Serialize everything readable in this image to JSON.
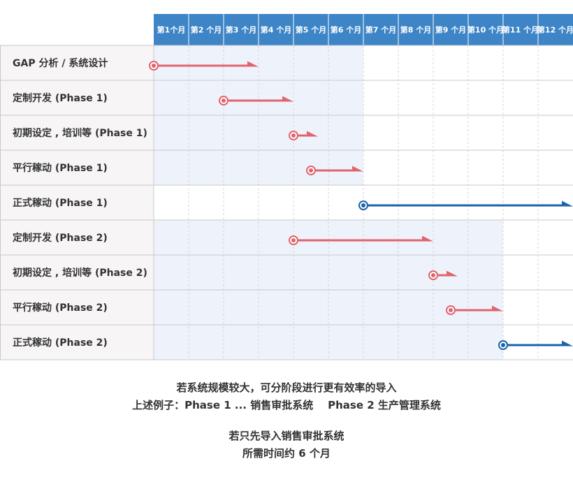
{
  "colors": {
    "header": "#3d85c6",
    "header_text": "#ffffff",
    "label_bg": "#f7f5f5",
    "shade": "#eef3fb",
    "grid": "#d4d4d4",
    "phase_line": "#e0646e",
    "golive_line": "#1a64aa"
  },
  "months": [
    "第1个月",
    "第2 个月",
    "第3 个月",
    "第4 个月",
    "第5 个月",
    "第6 个月",
    "第7 个月",
    "第8 个月",
    "第9 个月",
    "第10 个月",
    "第11 个月",
    "第12 个月"
  ],
  "tasks": [
    {
      "label": "GAP 分析 / 系统设计",
      "start": 0,
      "end": 3,
      "kind": "phase"
    },
    {
      "label": "定制开发 (Phase 1)",
      "start": 2,
      "end": 4,
      "kind": "phase"
    },
    {
      "label": "初期设定 , 培训等 (Phase 1)",
      "start": 4,
      "end": 4.7,
      "kind": "phase"
    },
    {
      "label": "平行稼动 (Phase 1)",
      "start": 4.5,
      "end": 6,
      "kind": "phase"
    },
    {
      "label": "正式稼动 (Phase 1)",
      "start": 6,
      "end": 12,
      "kind": "golive"
    },
    {
      "label": "定制开发 (Phase 2)",
      "start": 4,
      "end": 8,
      "kind": "phase"
    },
    {
      "label": "初期设定 , 培训等 (Phase 2)",
      "start": 8,
      "end": 8.7,
      "kind": "phase"
    },
    {
      "label": "平行稼动 (Phase 2)",
      "start": 8.5,
      "end": 10,
      "kind": "phase"
    },
    {
      "label": "正式稼动 (Phase 2)",
      "start": 10,
      "end": 12,
      "kind": "golive"
    }
  ],
  "shaded_regions": [
    {
      "rows": [
        0,
        4
      ],
      "months": 6
    },
    {
      "rows": [
        5,
        9
      ],
      "months": 10
    }
  ],
  "captions": {
    "line1": "若系统规模较大，可分阶段进行更有效率的导入",
    "line2": "上述例子：Phase 1 ... 销售审批系统    Phase 2 生产管理系统",
    "line3": "若只先导入销售审批系统",
    "line4": "所需时间约 6 个月"
  }
}
